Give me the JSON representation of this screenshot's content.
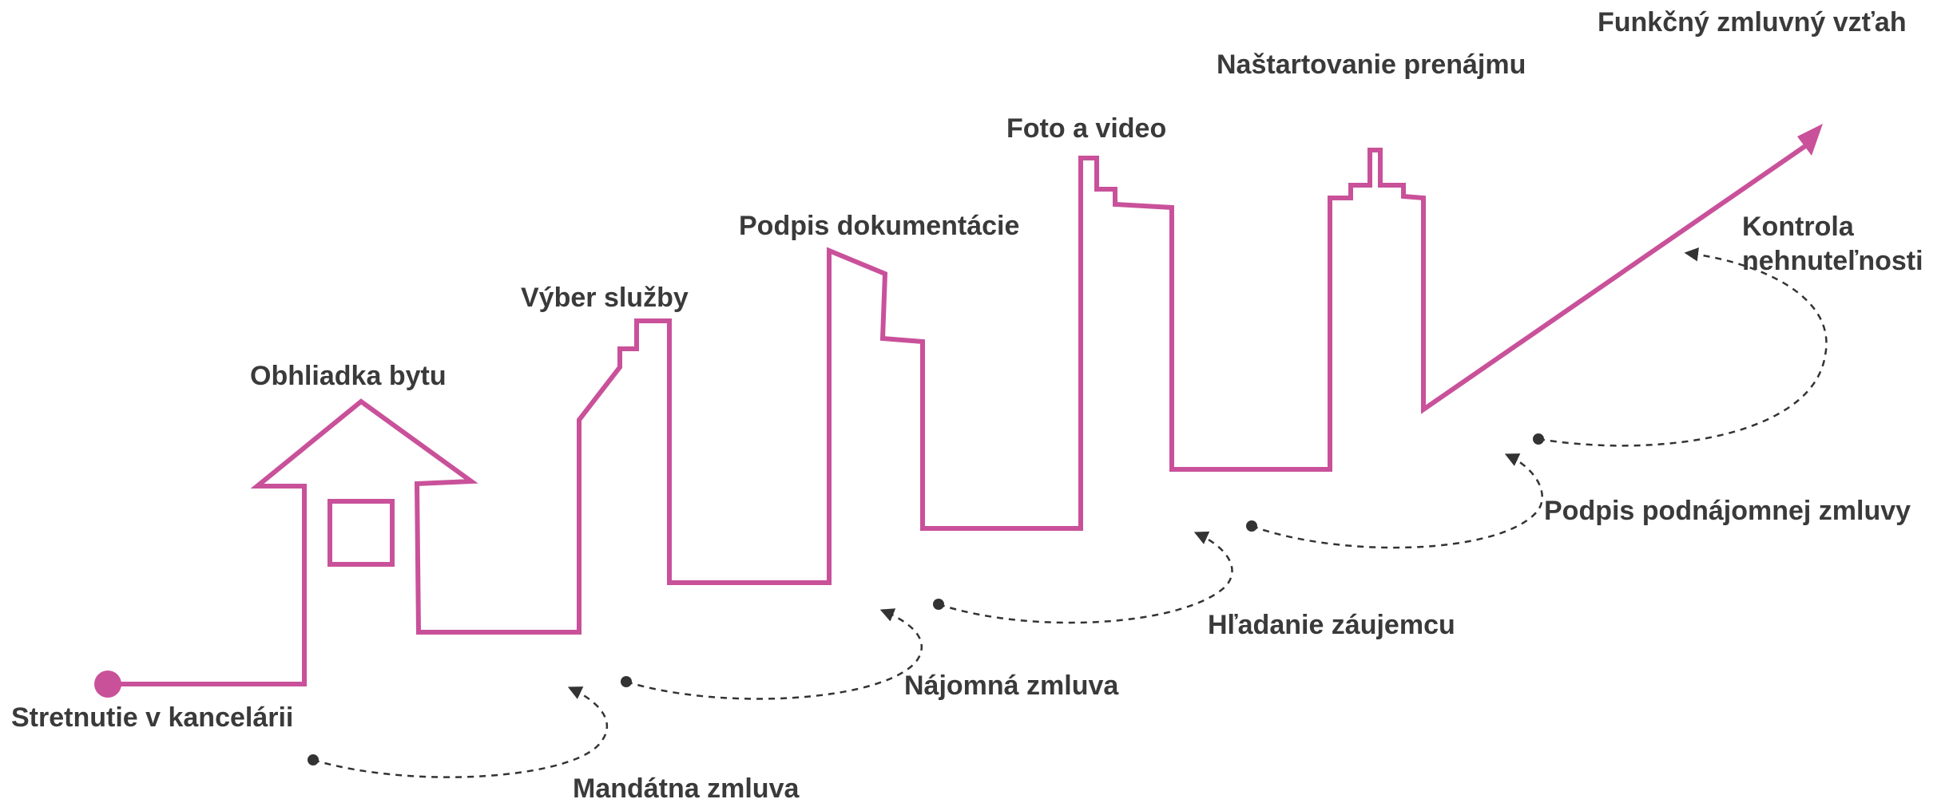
{
  "colors": {
    "path": "#c9519a",
    "text": "#3a3a3a",
    "dashed": "#333333"
  },
  "labels": {
    "start": "Stretnutie v kancelárii",
    "house": "Obhliadka bytu",
    "service": "Výber služby",
    "docs": "Podpis dokumentácie",
    "photo": "Foto a video",
    "rental": "Naštartovanie prenájmu",
    "relationship": "Funkčný zmluvný vzťah",
    "check_line1": "Kontrola",
    "check_line2": "nehnuteľnosti",
    "sublease": "Podpis podnájomnej zmluvy",
    "search": "Hľadanie záujemcu",
    "lease": "Nájomná zmluva",
    "mandate": "Mandátna zmluva"
  },
  "icons": {
    "arrow_end": "arrowhead-icon",
    "start_dot": "start-dot-icon"
  }
}
